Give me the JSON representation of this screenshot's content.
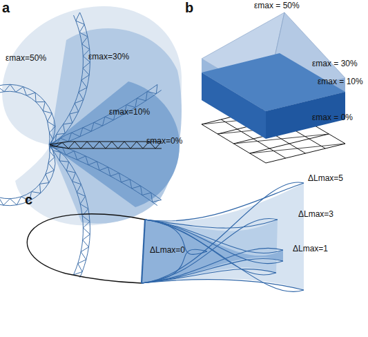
{
  "diagram": {
    "labels": [
      "a",
      "b",
      "c",
      "εmax=50%",
      "εmax=30%",
      "εmax=10%",
      "εmax=0%",
      "εmax = 50%",
      "εmax = 30%",
      "εmax = 10%",
      "εmax = 0%",
      "ΔLmax=5",
      "ΔLmax=3",
      "ΔLmax=1",
      "ΔLmax=0"
    ]
  }
}
